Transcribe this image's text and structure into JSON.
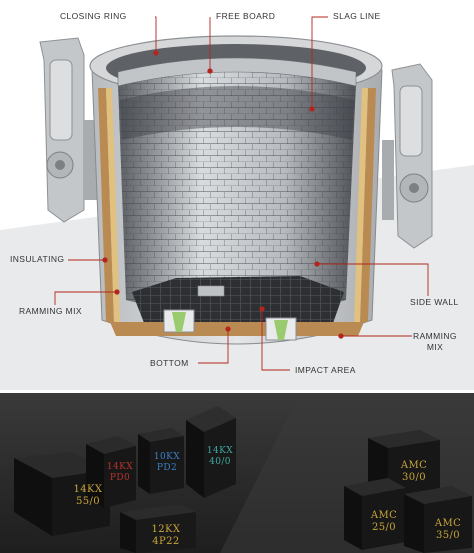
{
  "colors": {
    "leader_line": "#b3261e",
    "label_text": "#333333",
    "shell": "#c9cbcd",
    "shell_dark": "#9ea1a4",
    "brick_light": "#d7dadd",
    "brick_dark": "#4d5155",
    "insulating": "#b98a52",
    "floor": "#2d2f33",
    "lower_background": "#2c2c2c",
    "brick_body": "#141414",
    "brick_text_gold": "#c9a63a",
    "brick_text_red": "#b8322a",
    "brick_text_blue": "#3c7fc2",
    "brick_text_teal": "#3fa7a0"
  },
  "labels": {
    "closing_ring": "CLOSING RING",
    "free_board": "FREE BOARD",
    "slag_line": "SLAG LINE",
    "insulating": "INSULATING",
    "side_wall": "SIDE WALL",
    "ramming_mix_left": "RAMMING MIX",
    "ramming_mix_right_line1": "RAMMING",
    "ramming_mix_right_line2": "MIX",
    "bottom": "BOTTOM",
    "impact_area": "IMPACT AREA"
  },
  "bricks": {
    "b1_line1": "14KX",
    "b1_line2": "55/0",
    "b2_line1": "14KX",
    "b2_line2": "PD0",
    "b3_line1": "10KX",
    "b3_line2": "PD2",
    "b4_line1": "14KX",
    "b4_line2": "40/0",
    "b5_line1": "12KX",
    "b5_line2": "4P22",
    "amc1_line1": "AMC",
    "amc1_line2": "30/0",
    "amc2_line1": "AMC",
    "amc2_line2": "25/0",
    "amc3_line1": "AMC",
    "amc3_line2": "35/0"
  }
}
